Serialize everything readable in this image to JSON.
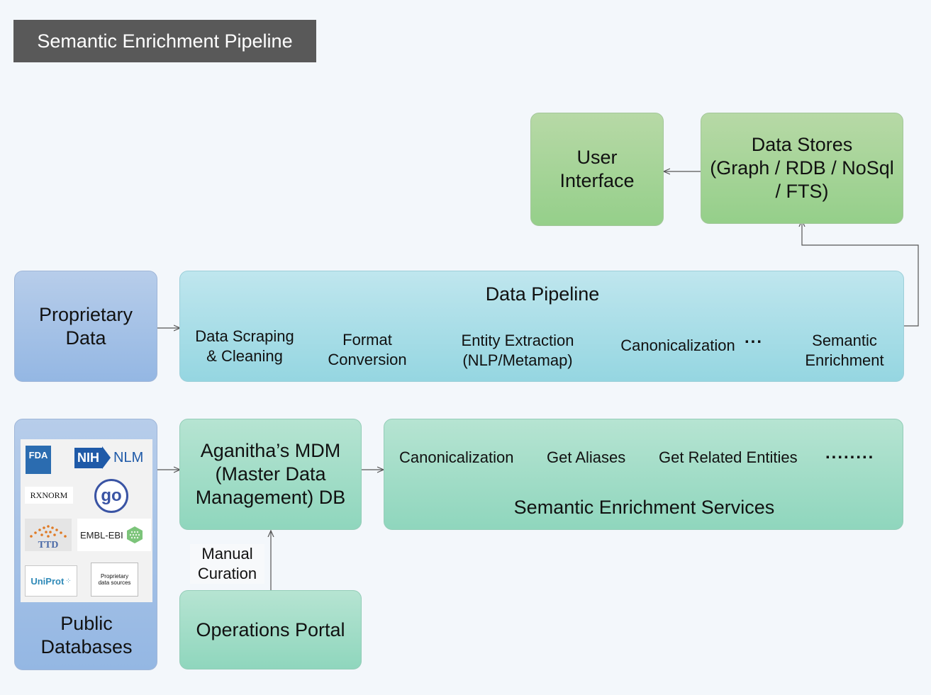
{
  "title": "Semantic Enrichment Pipeline",
  "user_interface": {
    "lines": [
      "User",
      "Interface"
    ]
  },
  "data_stores": {
    "lines": [
      "Data Stores",
      "(Graph / RDB / NoSql",
      "/ FTS)"
    ]
  },
  "proprietary_data": {
    "lines": [
      "Proprietary",
      "Data"
    ]
  },
  "data_pipeline": {
    "title": "Data Pipeline",
    "steps": [
      {
        "lines": [
          "Data Scraping",
          "& Cleaning"
        ]
      },
      {
        "lines": [
          "Format",
          "Conversion"
        ]
      },
      {
        "lines": [
          "Entity Extraction",
          "(NLP/Metamap)"
        ]
      },
      {
        "lines": [
          "Canonicalization"
        ]
      },
      {
        "lines": [
          "Semantic",
          "Enrichment"
        ]
      }
    ],
    "ellipsis": "..."
  },
  "public_databases": {
    "lines": [
      "Public",
      "Databases"
    ],
    "logos": {
      "fda": "FDA",
      "nih": "NIH",
      "nlm": "NLM",
      "rxnorm": "RXNORM",
      "go": "go",
      "ttd": "TTD",
      "embl": "EMBL-EBI",
      "uniprot": "UniProt",
      "proprietary_lines": [
        "Proprietary",
        "data sources"
      ]
    }
  },
  "mdm": {
    "lines": [
      "Aganitha’s MDM",
      "(Master Data",
      "Management) DB"
    ]
  },
  "services": {
    "items": [
      "Canonicalization",
      "Get Aliases",
      "Get Related Entities"
    ],
    "ellipsis": "........",
    "title": "Semantic Enrichment Services"
  },
  "manual_curation": {
    "lines": [
      "Manual",
      "Curation"
    ]
  },
  "operations_portal": {
    "label": "Operations Portal"
  },
  "colors": {
    "title_bar": "#595959",
    "green": "#95cf8a",
    "blue": "#94b7e3",
    "cyan": "#95d6e1",
    "teal": "#8fd6bd",
    "connector": "#555555"
  }
}
